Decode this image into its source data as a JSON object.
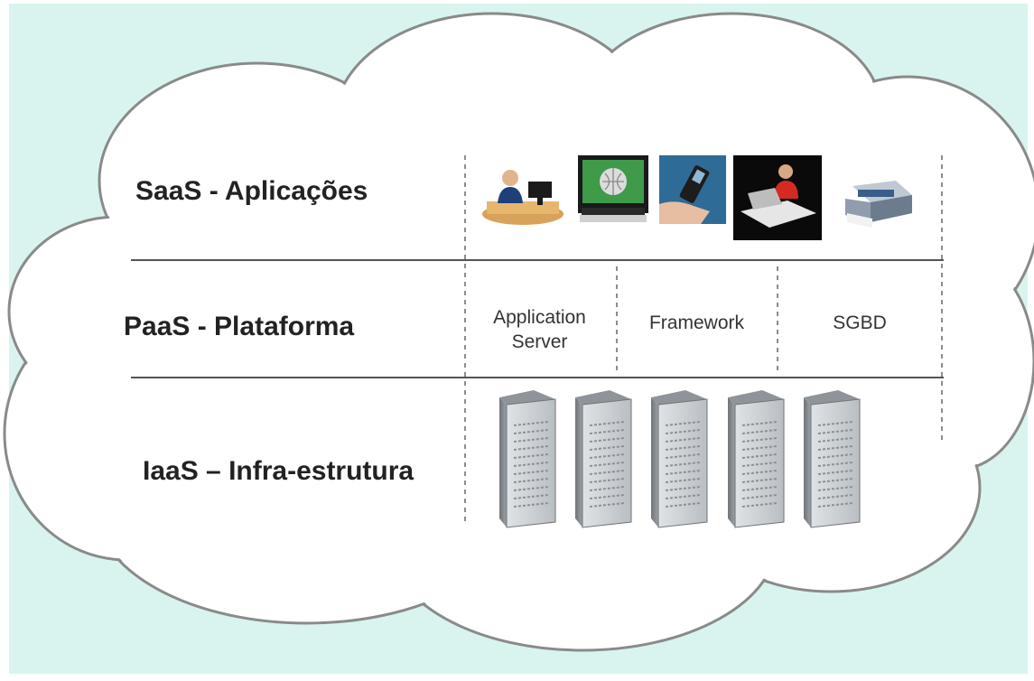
{
  "layers": [
    {
      "id": "saas",
      "label": "SaaS - Aplicações"
    },
    {
      "id": "paas",
      "label": "PaaS - Plataforma"
    },
    {
      "id": "iaas",
      "label": "IaaS – Infra-estrutura"
    }
  ],
  "paas_cells": [
    {
      "line1": "Application",
      "line2": "Server"
    },
    {
      "line1": "Framework",
      "line2": ""
    },
    {
      "line1": "SGBD",
      "line2": ""
    }
  ],
  "saas_icons": [
    "user-at-desk-icon",
    "monitor-globe-icon",
    "hand-mobile-phone-icon",
    "person-laptop-icon",
    "printer-icon"
  ],
  "iaas_icons": [
    "server-tower-icon",
    "server-tower-icon",
    "server-tower-icon",
    "server-tower-icon",
    "server-tower-icon"
  ],
  "colors": {
    "background": "#d9f4ef",
    "cloud": "#ffffff",
    "outline": "#8a8a8a"
  }
}
